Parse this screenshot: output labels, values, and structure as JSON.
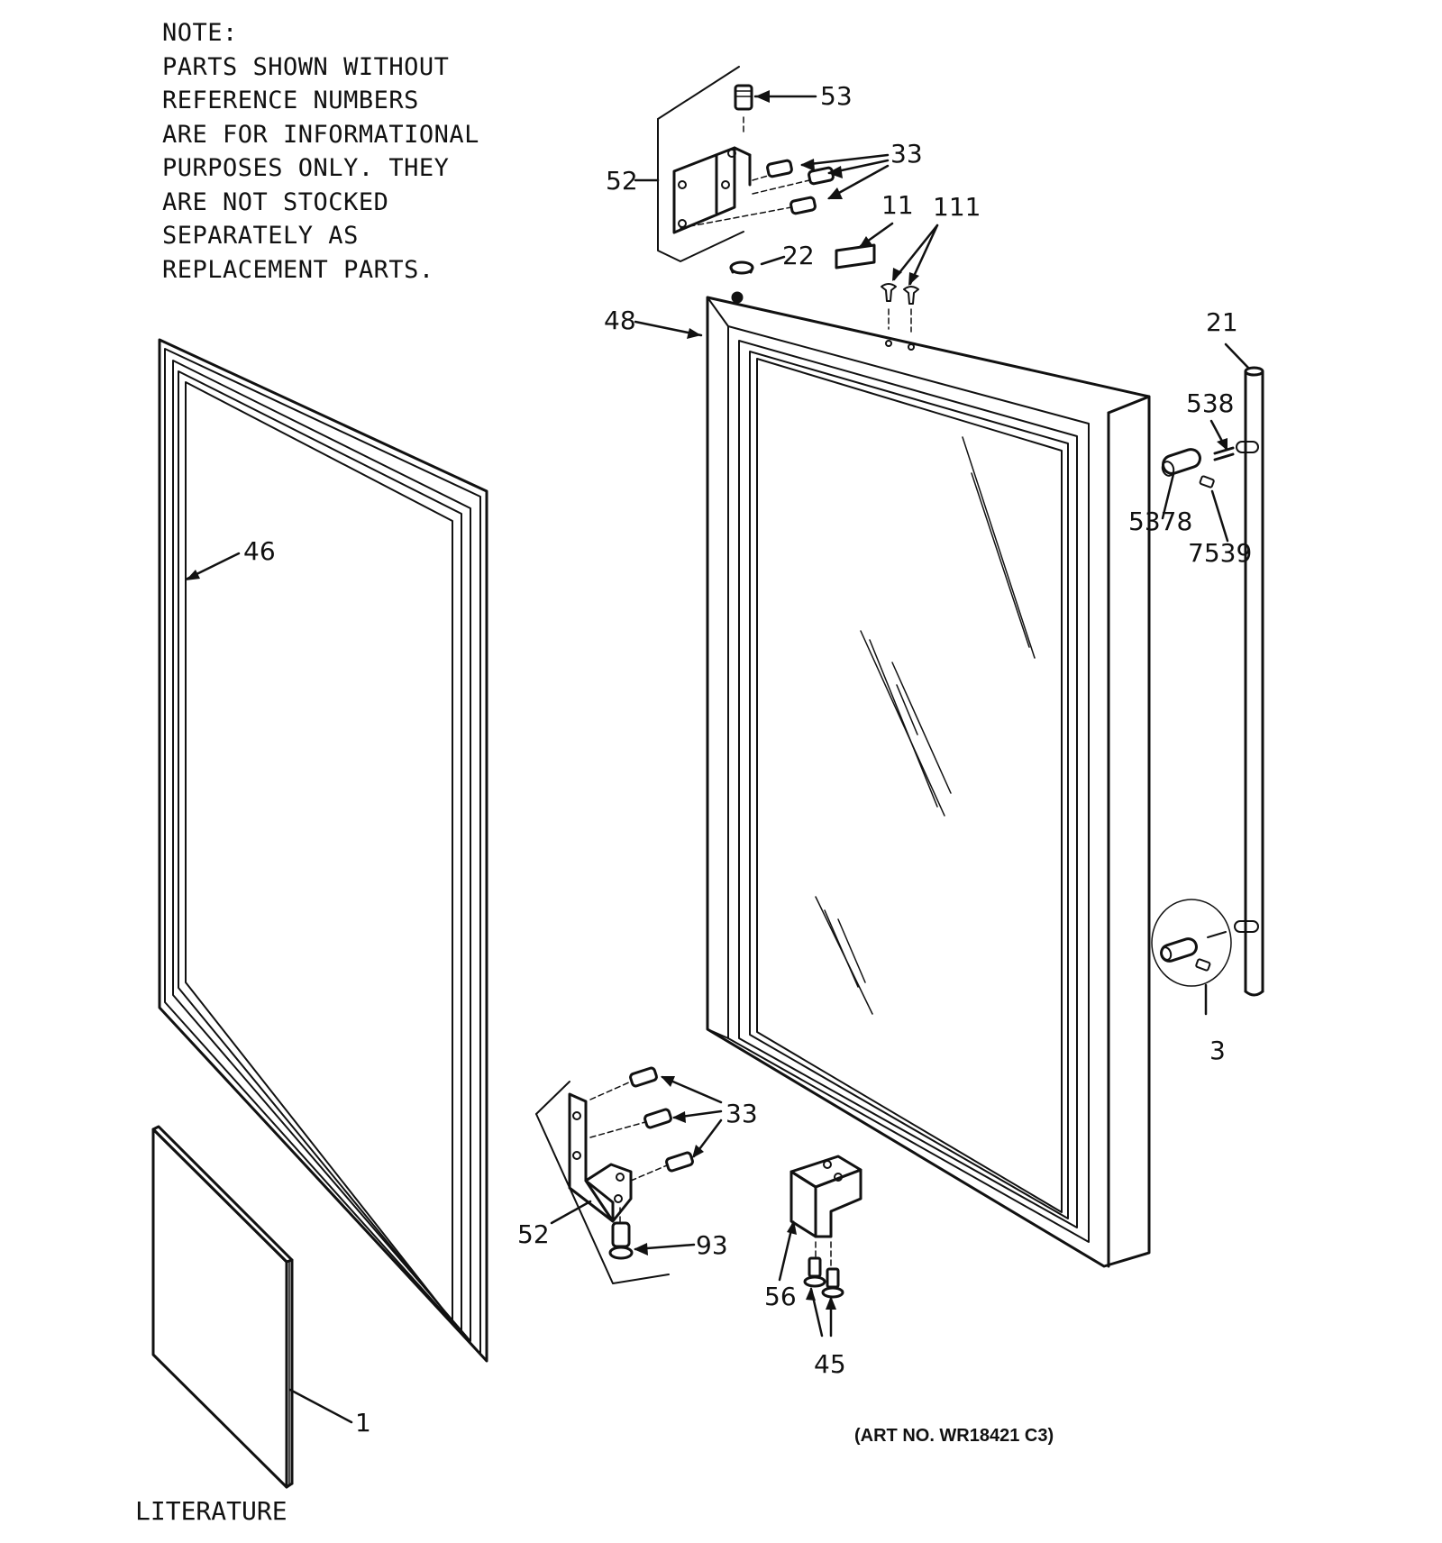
{
  "note": {
    "lines": [
      "NOTE:",
      "PARTS SHOWN WITHOUT",
      "REFERENCE NUMBERS",
      "ARE FOR INFORMATIONAL",
      "PURPOSES ONLY. THEY",
      "ARE NOT STOCKED",
      "SEPARATELY AS",
      "REPLACEMENT PARTS."
    ]
  },
  "callouts": {
    "p53": "53",
    "p33_top": "33",
    "p52_top": "52",
    "p11": "11",
    "p111": "111",
    "p22": "22",
    "p48": "48",
    "p21": "21",
    "p538": "538",
    "p5378": "5378",
    "p7539": "7539",
    "p46": "46",
    "p3": "3",
    "p33_bottom": "33",
    "p52_bottom": "52",
    "p93": "93",
    "p56": "56",
    "p45": "45",
    "p1": "1"
  },
  "literature_label": "LITERATURE",
  "art_number": "(ART NO. WR18421 C3)"
}
